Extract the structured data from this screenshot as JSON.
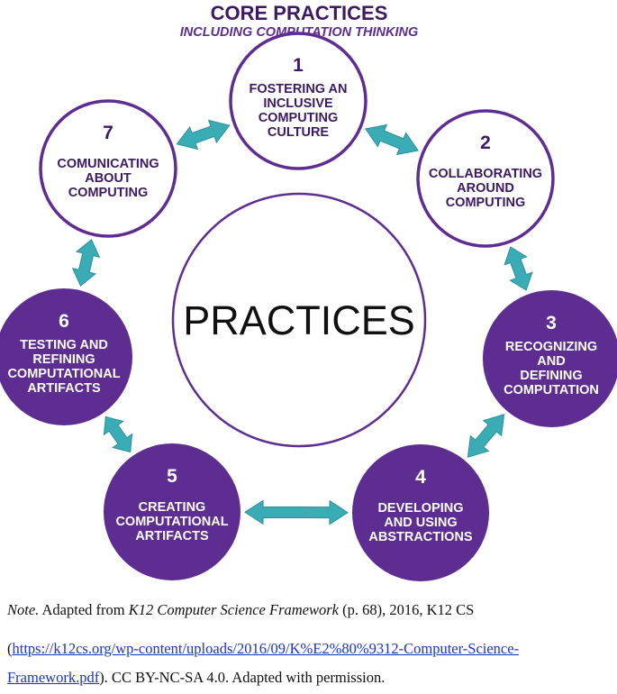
{
  "title": "CORE PRACTICES",
  "subtitle": "INCLUDING COMPUTATION THINKING",
  "center_label": "PRACTICES",
  "colors": {
    "dark_purple": "#5d2d91",
    "text_purple": "#3b1a63",
    "teal_arrow": "#3aacb6",
    "white": "#ffffff"
  },
  "practices": [
    {
      "number": "1",
      "lines": [
        "FOSTERING AN",
        "INCLUSIVE",
        "COMPUTING",
        "CULTURE"
      ],
      "style": "outline"
    },
    {
      "number": "2",
      "lines": [
        "COLLABORATING",
        "AROUND",
        "COMPUTING"
      ],
      "style": "outline"
    },
    {
      "number": "3",
      "lines": [
        "RECOGNIZING",
        "AND",
        "DEFINING",
        "COMPUTATION"
      ],
      "style": "filled"
    },
    {
      "number": "4",
      "lines": [
        "DEVELOPING",
        "AND USING",
        "ABSTRACTIONS"
      ],
      "style": "filled"
    },
    {
      "number": "5",
      "lines": [
        "CREATING",
        "COMPUTATIONAL",
        "ARTIFACTS"
      ],
      "style": "filled"
    },
    {
      "number": "6",
      "lines": [
        "TESTING AND",
        "REFINING",
        "COMPUTATIONAL",
        "ARTIFACTS"
      ],
      "style": "filled"
    },
    {
      "number": "7",
      "lines": [
        "COMUNICATING",
        "ABOUT",
        "COMPUTING"
      ],
      "style": "outline"
    }
  ],
  "note": {
    "label": "Note.",
    "text_before": " Adapted from ",
    "source_title": "K12 Computer Science Framework",
    "text_after": " (p. 68), 2016, K12 CS",
    "paren_open": "(",
    "url_line1": "https://k12cs.org/wp-content/uploads/2016/09/K%E2%80%9312-Computer-Science-",
    "url_line2": "Framework.pdf",
    "closing": "). CC BY-NC-SA 4.0. Adapted with permission."
  }
}
